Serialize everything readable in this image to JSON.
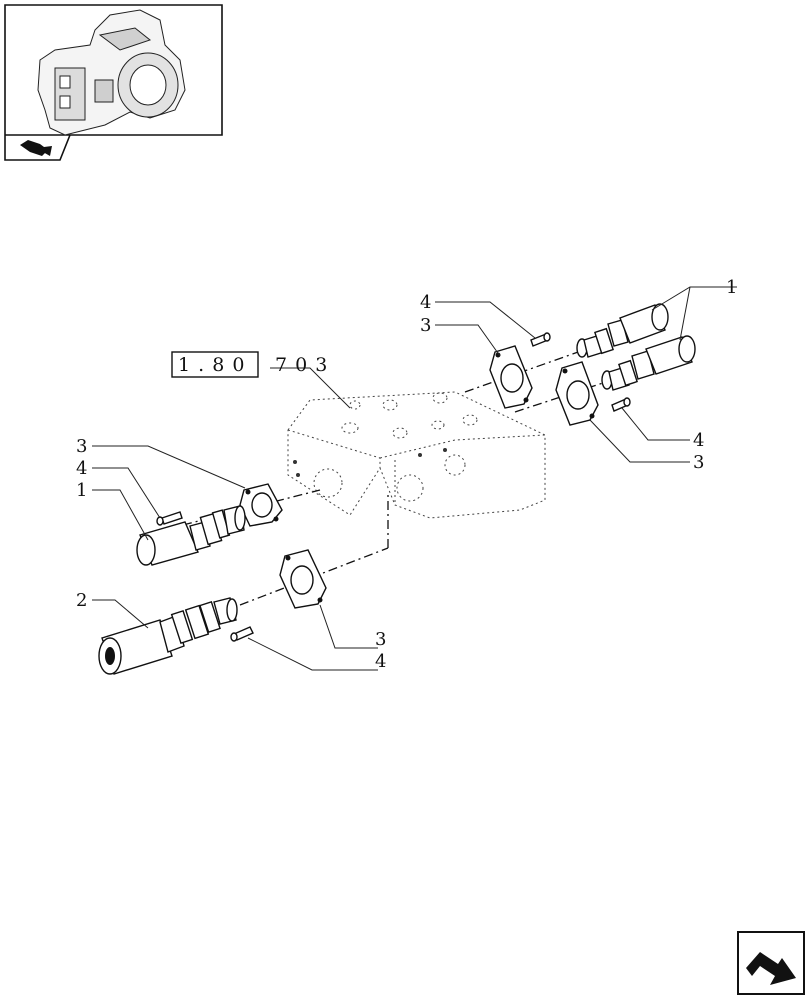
{
  "reference": {
    "prefix": "1 . 8 0",
    "suffix": "7 0 3"
  },
  "callouts": [
    {
      "id": "c1a",
      "label": "1"
    },
    {
      "id": "c4a",
      "label": "4"
    },
    {
      "id": "c3a",
      "label": "3"
    },
    {
      "id": "c4b",
      "label": "4"
    },
    {
      "id": "c3b",
      "label": "3"
    },
    {
      "id": "c3c",
      "label": "3"
    },
    {
      "id": "c4c",
      "label": "4"
    },
    {
      "id": "c1b",
      "label": "1"
    },
    {
      "id": "c2",
      "label": "2"
    },
    {
      "id": "c3d",
      "label": "3"
    },
    {
      "id": "c4d",
      "label": "4"
    }
  ],
  "icons": {
    "thumbnail": "transmission-housing-thumbnail",
    "thumb_badge": "folder-arrow-icon",
    "nav": "next-page-arrow-icon"
  }
}
